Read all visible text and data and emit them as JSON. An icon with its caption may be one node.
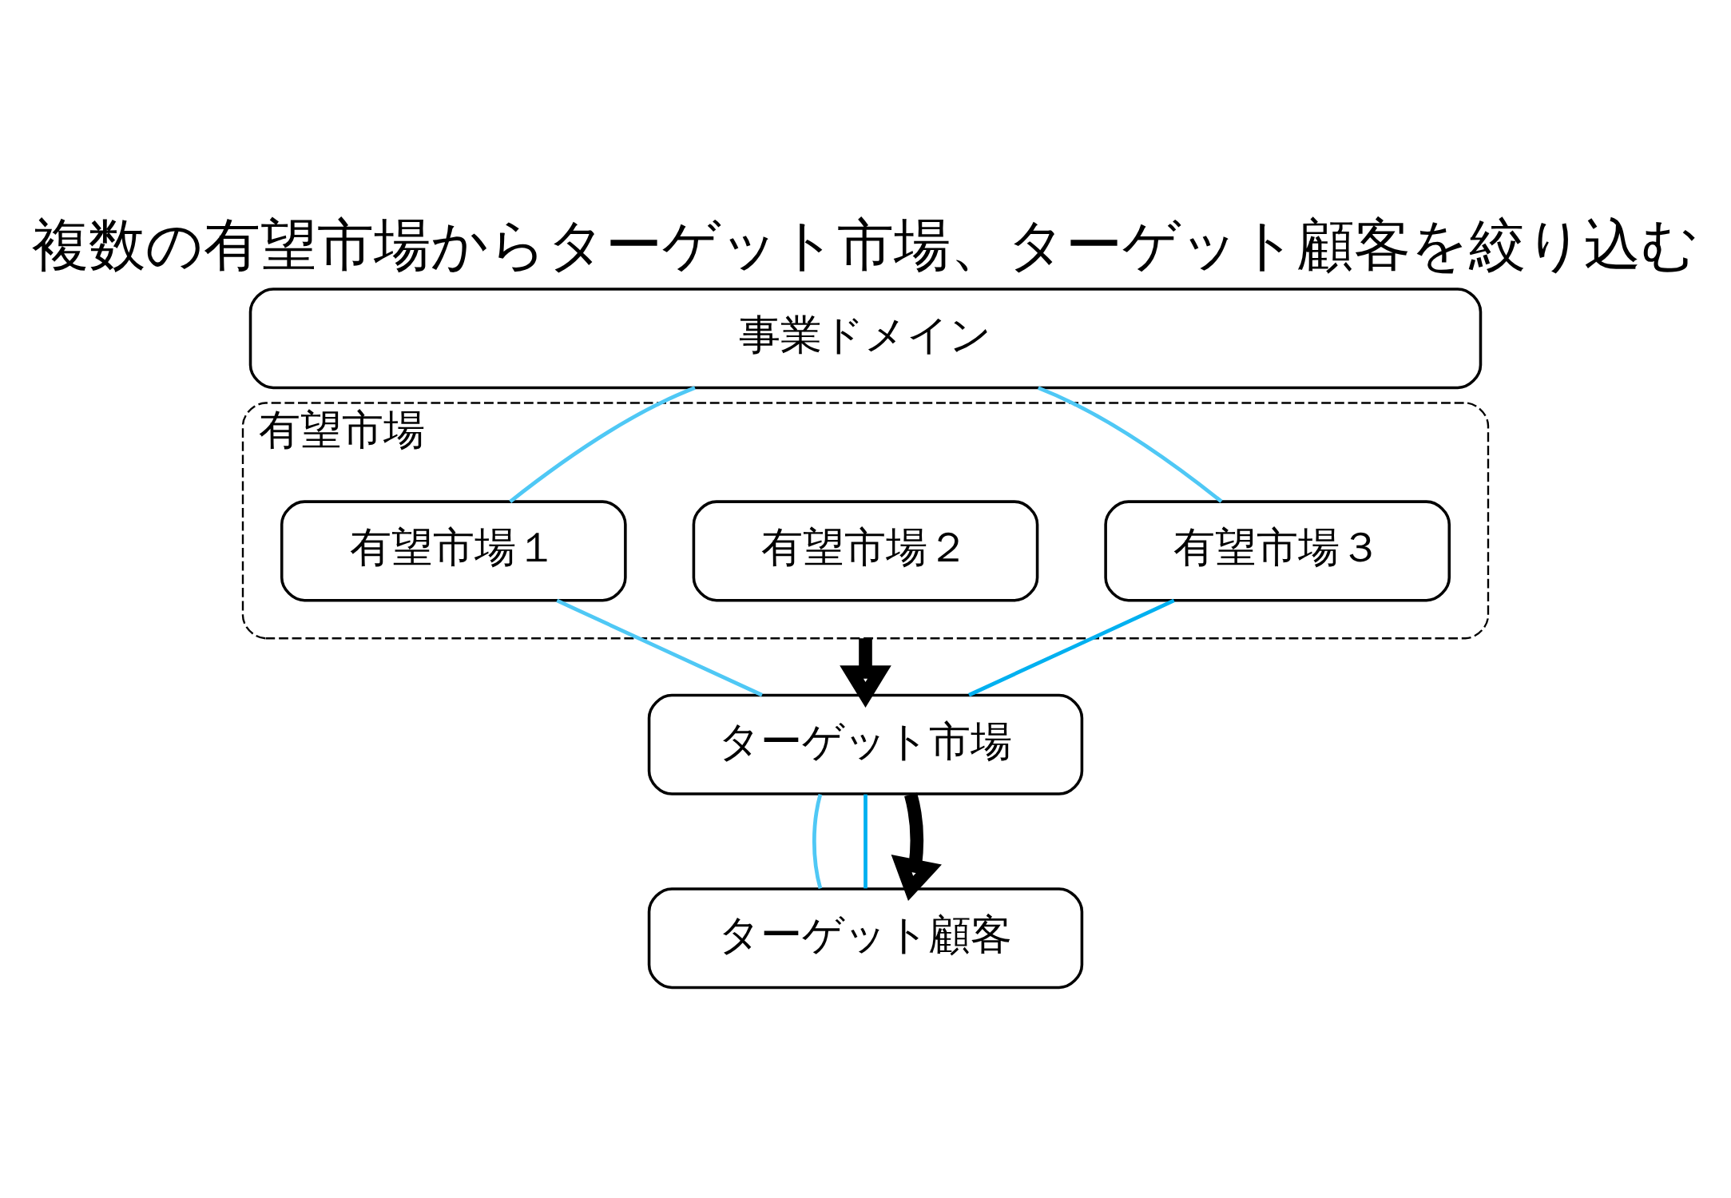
{
  "diagram": {
    "title": "複数の有望市場からターゲット市場、ターゲット顧客を絞り込む",
    "nodes": [
      {
        "text": [
          "事業ドメイン"
        ]
      },
      {
        "text": [
          "有望市場"
        ]
      },
      {
        "text": [
          "有望市場１"
        ],
        "in": 1
      },
      {
        "text": [
          "有望市場２"
        ],
        "in": 1
      },
      {
        "text": [
          "有望市場３"
        ],
        "in": 1
      },
      {
        "text": [
          "ターゲット市場"
        ]
      },
      {
        "text": [
          "ターゲット顧客"
        ]
      }
    ],
    "edges": [
      {
        "from": 0,
        "to": 2,
        "arrow": "none",
        "color": "#4fc8f5"
      },
      {
        "from": 0,
        "to": 4,
        "arrow": "none",
        "color": "#4fc8f5"
      },
      {
        "from": 2,
        "to": 5,
        "arrow": "none",
        "color": "#4fc8f5"
      },
      {
        "from": 4,
        "to": 5,
        "arrow": "none",
        "color": "#00b0f0"
      },
      {
        "from": 1,
        "to": 5,
        "arrow": "to",
        "style": "thick",
        "color": "#000000"
      },
      {
        "from": 5,
        "to": 6,
        "arrow": "none",
        "color": "#4fc8f5"
      },
      {
        "from": 5,
        "to": 6,
        "arrow": "none",
        "color": "#00b0f0"
      },
      {
        "from": 5,
        "to": 6,
        "arrow": "to",
        "style": "thick",
        "color": "#000000"
      }
    ]
  }
}
